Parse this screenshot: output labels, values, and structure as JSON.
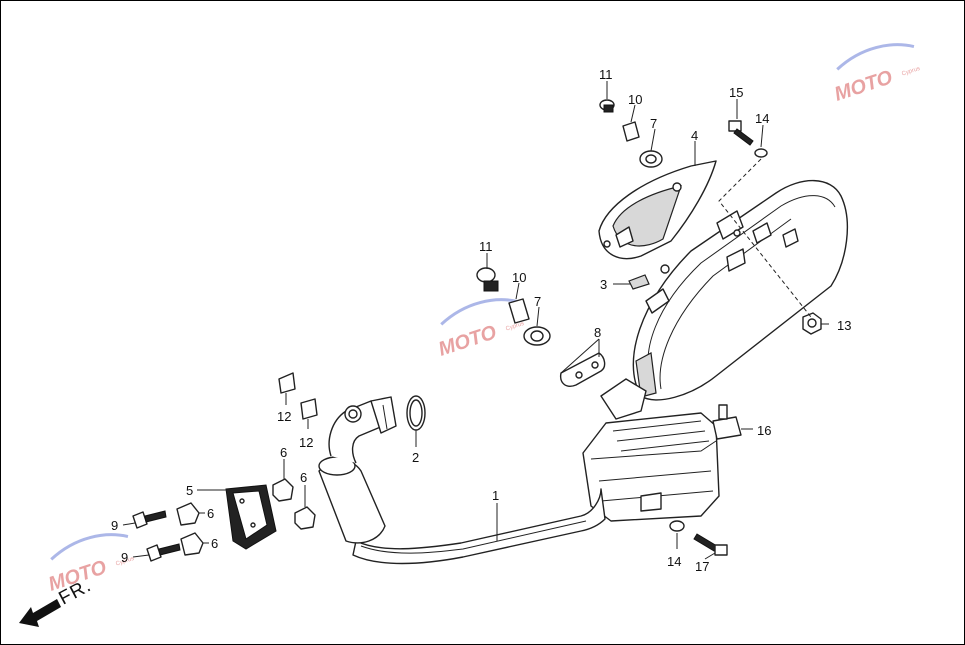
{
  "diagram": {
    "callouts": [
      "1",
      "2",
      "3",
      "4",
      "5",
      "6",
      "7",
      "8",
      "9",
      "10",
      "11",
      "12",
      "13",
      "14",
      "15",
      "16",
      "17"
    ],
    "direction_label": "FR.",
    "watermark": {
      "brand": "MOTO",
      "sub": "Cyprus",
      "colors": {
        "red": "#d24848",
        "blue": "#5a6fd1"
      }
    }
  }
}
